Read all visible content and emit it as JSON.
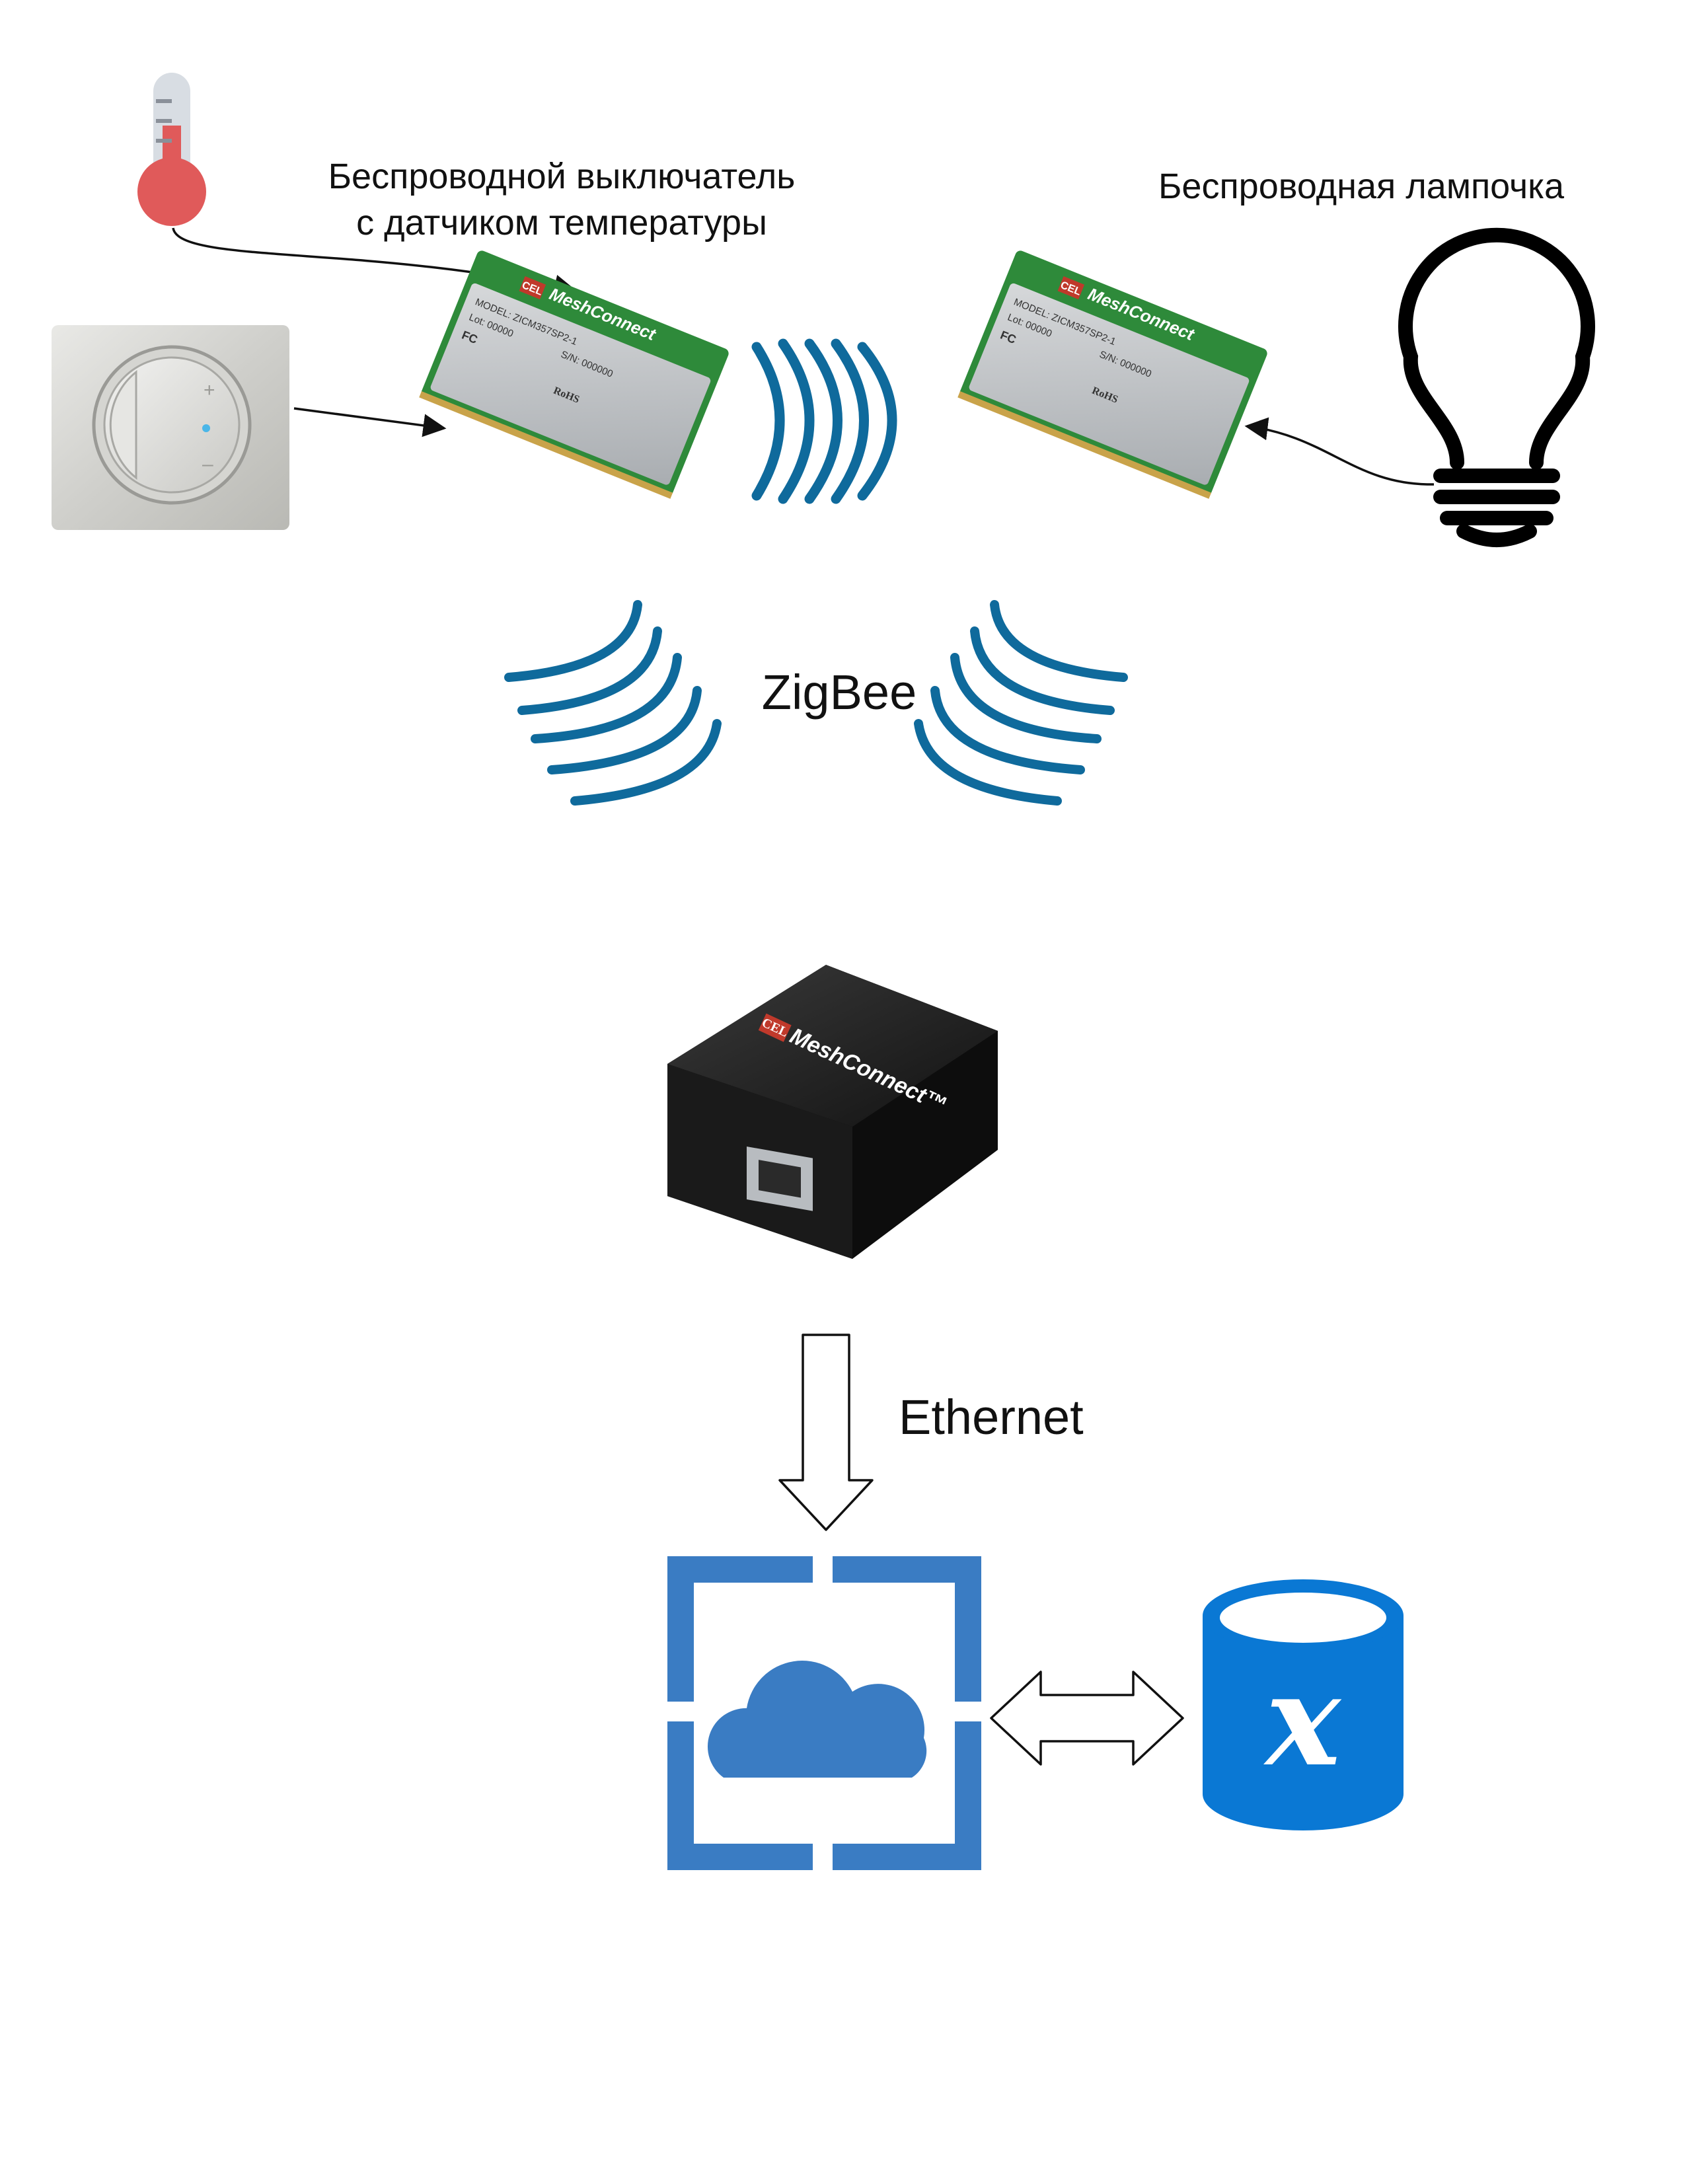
{
  "labels": {
    "switch_line1": "Беспроводной выключатель",
    "switch_line2": "с датчиком температуры",
    "bulb": "Беспроводная лампочка",
    "zigbee": "ZigBee",
    "ethernet": "Ethernet"
  },
  "module_text": {
    "brand": "CEL",
    "product": "MeshConnect",
    "model": "MODEL: ZICM357SP2-1",
    "lot": "Lot: 00000",
    "sn": "S/N: 000000",
    "fc": "FC",
    "rohs": "RoHS"
  },
  "gateway_text": {
    "brand": "CEL",
    "product": "MeshConnect™"
  },
  "colors": {
    "wave_blue": "#0f6a9c",
    "azure_blue": "#3a7cc3",
    "db_blue": "#0a78d4",
    "pcb_green": "#2e8a3a",
    "thermo_red": "#e05a5a",
    "thermo_gray": "#d8dde3"
  },
  "icons": {
    "thermometer": "thermometer-icon",
    "switch": "dimmer-switch-icon",
    "bulb": "light-bulb-icon",
    "cloud": "azure-cloud-icon",
    "database": "database-x-icon",
    "gateway": "ethernet-gateway-icon"
  }
}
